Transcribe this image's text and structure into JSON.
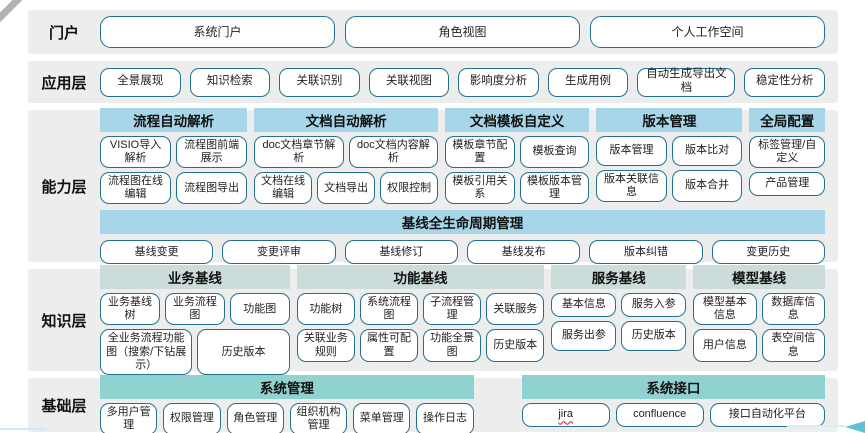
{
  "colors": {
    "band_bg": "#ededed",
    "capability_header": "#a6d6e8",
    "knowledge_header": "#cbdcda",
    "base_header": "#8fd2cf",
    "box_border": "#24718f",
    "arrow_accent": "#5fc2cc"
  },
  "portal": {
    "label": "门户",
    "buttons": [
      "系统门户",
      "角色视图",
      "个人工作空间"
    ]
  },
  "application": {
    "label": "应用层",
    "buttons": [
      "全景展现",
      "知识检索",
      "关联识别",
      "关联视图",
      "影响度分析",
      "生成用例",
      "自动生成导出文档",
      "稳定性分析"
    ]
  },
  "capability": {
    "label": "能力层",
    "groups": [
      {
        "header": "流程自动解析",
        "rows": [
          [
            "VISIO导入解析",
            "流程图前端展示"
          ],
          [
            "流程图在线编辑",
            "流程图导出"
          ]
        ]
      },
      {
        "header": "文档自动解析",
        "rows": [
          [
            "doc文档章节解析",
            "doc文档内容解析"
          ],
          [
            "文档在线编辑",
            "文档导出",
            "权限控制"
          ]
        ]
      },
      {
        "header": "文档模板自定义",
        "rows": [
          [
            "模板章节配置",
            "模板查询"
          ],
          [
            "模板引用关系",
            "模板版本管理"
          ]
        ]
      },
      {
        "header": "版本管理",
        "rows": [
          [
            "版本管理",
            "版本比对"
          ],
          [
            "版本关联信息",
            "版本合并"
          ]
        ]
      },
      {
        "header": "全局配置",
        "rows": [
          [
            "标签管理/自定义"
          ],
          [
            "产品管理"
          ]
        ]
      }
    ],
    "banner": "基线全生命周期管理",
    "banner_buttons": [
      "基线变更",
      "变更评审",
      "基线修订",
      "基线发布",
      "版本纠错",
      "变更历史"
    ]
  },
  "knowledge": {
    "label": "知识层",
    "groups": [
      {
        "header": "业务基线",
        "rows": [
          [
            "业务基线树",
            "业务流程图",
            "功能图"
          ],
          [
            "全业务流程功能图（搜索/下钻展示）",
            "历史版本"
          ]
        ]
      },
      {
        "header": "功能基线",
        "rows": [
          [
            "功能树",
            "系统流程图",
            "子流程管理",
            "关联服务"
          ],
          [
            "关联业务规则",
            "属性可配置",
            "功能全景图",
            "历史版本"
          ]
        ]
      },
      {
        "header": "服务基线",
        "rows": [
          [
            "基本信息",
            "服务入参"
          ],
          [
            "服务出参",
            "历史版本"
          ]
        ]
      },
      {
        "header": "模型基线",
        "rows": [
          [
            "模型基本信息",
            "数据库信息"
          ],
          [
            "用户信息",
            "表空间信息"
          ]
        ]
      }
    ]
  },
  "base": {
    "label": "基础层",
    "groups": [
      {
        "header": "系统管理",
        "buttons": [
          "多用户管理",
          "权限管理",
          "角色管理",
          "组织机构管理",
          "菜单管理",
          "操作日志"
        ]
      },
      {
        "header": "系统接口",
        "buttons": [
          "jira",
          "confluence",
          "接口自动化平台"
        ]
      }
    ]
  }
}
